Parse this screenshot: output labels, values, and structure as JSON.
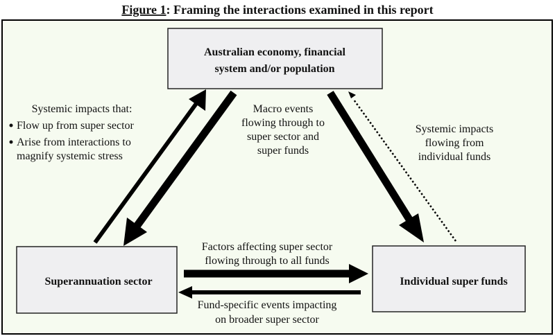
{
  "figure": {
    "label": "Figure 1",
    "title": ": Framing the interactions examined in this report"
  },
  "colors": {
    "frame_bg": "#f6fbf0",
    "box_bg": "#efeff1",
    "ink": "#000000"
  },
  "nodes": {
    "top": [
      "Australian economy, financial",
      "system and/or population"
    ],
    "left": "Superannuation sector",
    "right": "Individual super funds"
  },
  "labels": {
    "left": {
      "heading": "Systemic impacts that:",
      "bullets": [
        "Flow up from super sector",
        "Arise from interactions to",
        "magnify systemic stress"
      ]
    },
    "middle": [
      "Macro events",
      "flowing through to",
      "super sector and",
      "super funds"
    ],
    "right": [
      "Systemic impacts",
      "flowing from",
      "individual funds"
    ],
    "bottom_top": [
      "Factors affecting super sector",
      "flowing through to all funds"
    ],
    "bottom_bottom": [
      "Fund-specific events impacting",
      "on broader super sector"
    ]
  }
}
